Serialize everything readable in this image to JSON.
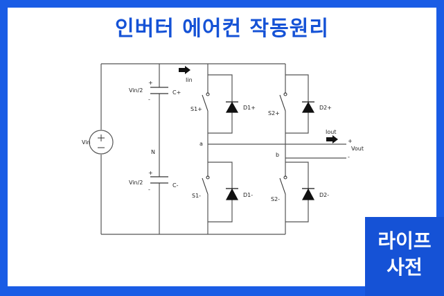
{
  "title": "인버터 에어컨 작동원리",
  "badge": {
    "line1": "라이프",
    "line2": "사전"
  },
  "colors": {
    "background": "#1a5ce5",
    "title": "#1552d6",
    "badge": "#1552d6",
    "wire": "#555555"
  },
  "circuit": {
    "labels": {
      "vin": "Vin",
      "cap_top_value": "Vin/2",
      "cap_top_name": "C+",
      "cap_bottom_value": "Vin/2",
      "cap_bottom_name": "C-",
      "neutral": "N",
      "iin": "Iin",
      "iout": "Iout",
      "vout": "Vout",
      "node_a": "a",
      "node_b": "b",
      "s1p": "S1+",
      "d1p": "D1+",
      "s2p": "S2+",
      "d2p": "D2+",
      "s1m": "S1-",
      "d1m": "D1-",
      "s2m": "S2-",
      "d2m": "D2-",
      "plus": "+",
      "minus": "-"
    }
  }
}
